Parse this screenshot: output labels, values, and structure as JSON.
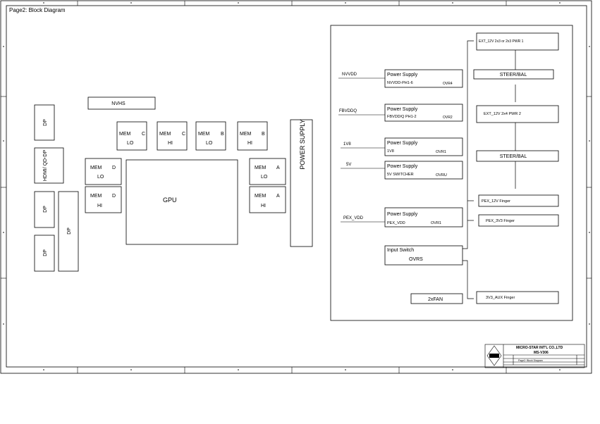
{
  "page_title": "Page2: Block Diagram",
  "left": {
    "dp1": "DP",
    "hdmi": "HDMI/ QD-DP",
    "dp2": "DP",
    "dp3": "DP",
    "dp_tall": "DP",
    "nvhs": "NVHS",
    "mem_c_lo": {
      "a": "MEM",
      "b": "C",
      "c": "LO"
    },
    "mem_c_hi": {
      "a": "MEM",
      "b": "C",
      "c": "HI"
    },
    "mem_b_lo": {
      "a": "MEM",
      "b": "B",
      "c": "LO"
    },
    "mem_b_hi": {
      "a": "MEM",
      "b": "B",
      "c": "HI"
    },
    "mem_d_lo": {
      "a": "MEM",
      "b": "D",
      "c": "LO"
    },
    "mem_d_hi": {
      "a": "MEM",
      "b": "D",
      "c": "HI"
    },
    "mem_a_lo": {
      "a": "MEM",
      "b": "A",
      "c": "LO"
    },
    "mem_a_hi": {
      "a": "MEM",
      "b": "A",
      "c": "HI"
    },
    "gpu": "GPU",
    "power_supply": "POWER SUPPLY"
  },
  "power": {
    "rails": {
      "nvvdd": "NVVDD",
      "fbvddq": "FBVDDQ",
      "v1v8": "1V8",
      "v5v": "5V",
      "pex_vdd": "PEX_VDD"
    },
    "ps1": {
      "title": "Power Supply",
      "sub": "NVVDD-PH1-6",
      "tag": "OVR4"
    },
    "ps2": {
      "title": "Power Supply",
      "sub": "FBVDD/Q PH1-2",
      "tag": "OVR2"
    },
    "ps3": {
      "title": "Power Supply",
      "sub": "1V8",
      "tag": "OVR1"
    },
    "ps4": {
      "title": "Power Supply",
      "sub": "5V SWITCHER",
      "tag": "OVRU"
    },
    "ps5": {
      "title": "Power Supply",
      "sub": "PEX_VDD",
      "tag": "OVR1"
    },
    "input_switch": {
      "title": "Input Switch",
      "sub": "OVRS"
    },
    "fan": "2xFAN",
    "ext1": "EXT_12V 2x3 or 2x3 PWR 1",
    "steer1": "STEER/BAL",
    "ext2": "EXT_12V 2x4 PWR 2",
    "steer2": "STEER/BAL",
    "pex12": "PEX_12V Finger",
    "pex33": "PEX_3V3 Finger",
    "aux": "3V3_AUX Finger"
  },
  "title_block": {
    "company": "MICRO-STAR INT'L CO.,LTD",
    "model": "MS-V306",
    "page": "Page2: Block Diagram"
  }
}
